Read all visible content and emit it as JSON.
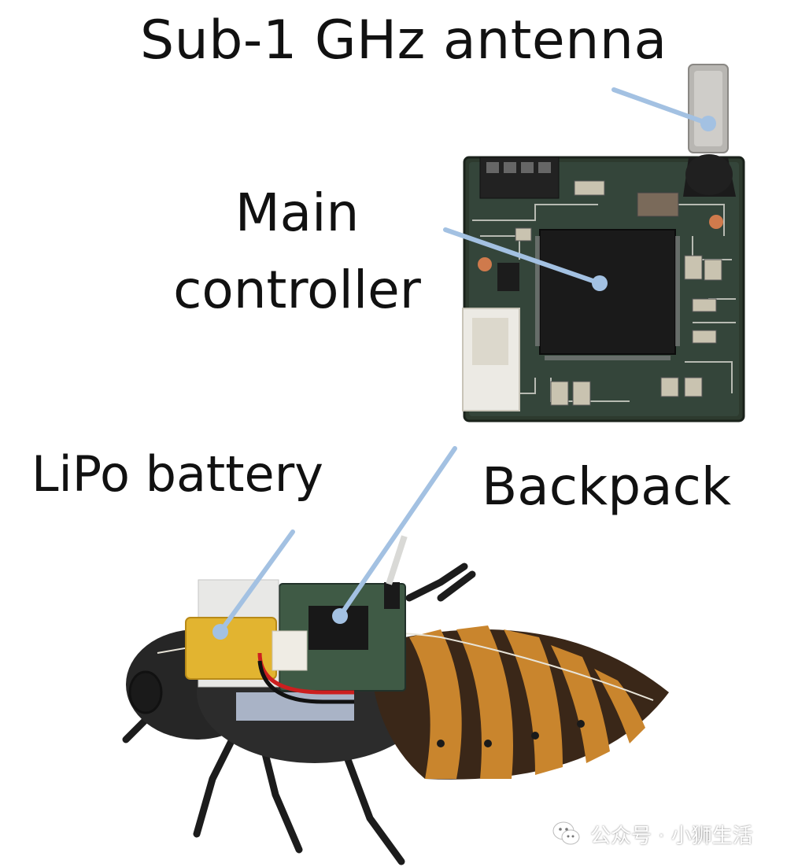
{
  "labels": {
    "antenna": "Sub-1 GHz antenna",
    "main_line1": "Main",
    "main_line2": "controller",
    "battery": "LiPo battery",
    "backpack": "Backpack"
  },
  "watermark": {
    "text": "公众号 · 小狮生活",
    "icon": "wechat-icon"
  },
  "colors": {
    "pointer": "#9fbfe0",
    "board": "#2e3b2f",
    "battery": "#e2b430",
    "abdomen": "#c87a22",
    "body": "#2a2a2a"
  }
}
